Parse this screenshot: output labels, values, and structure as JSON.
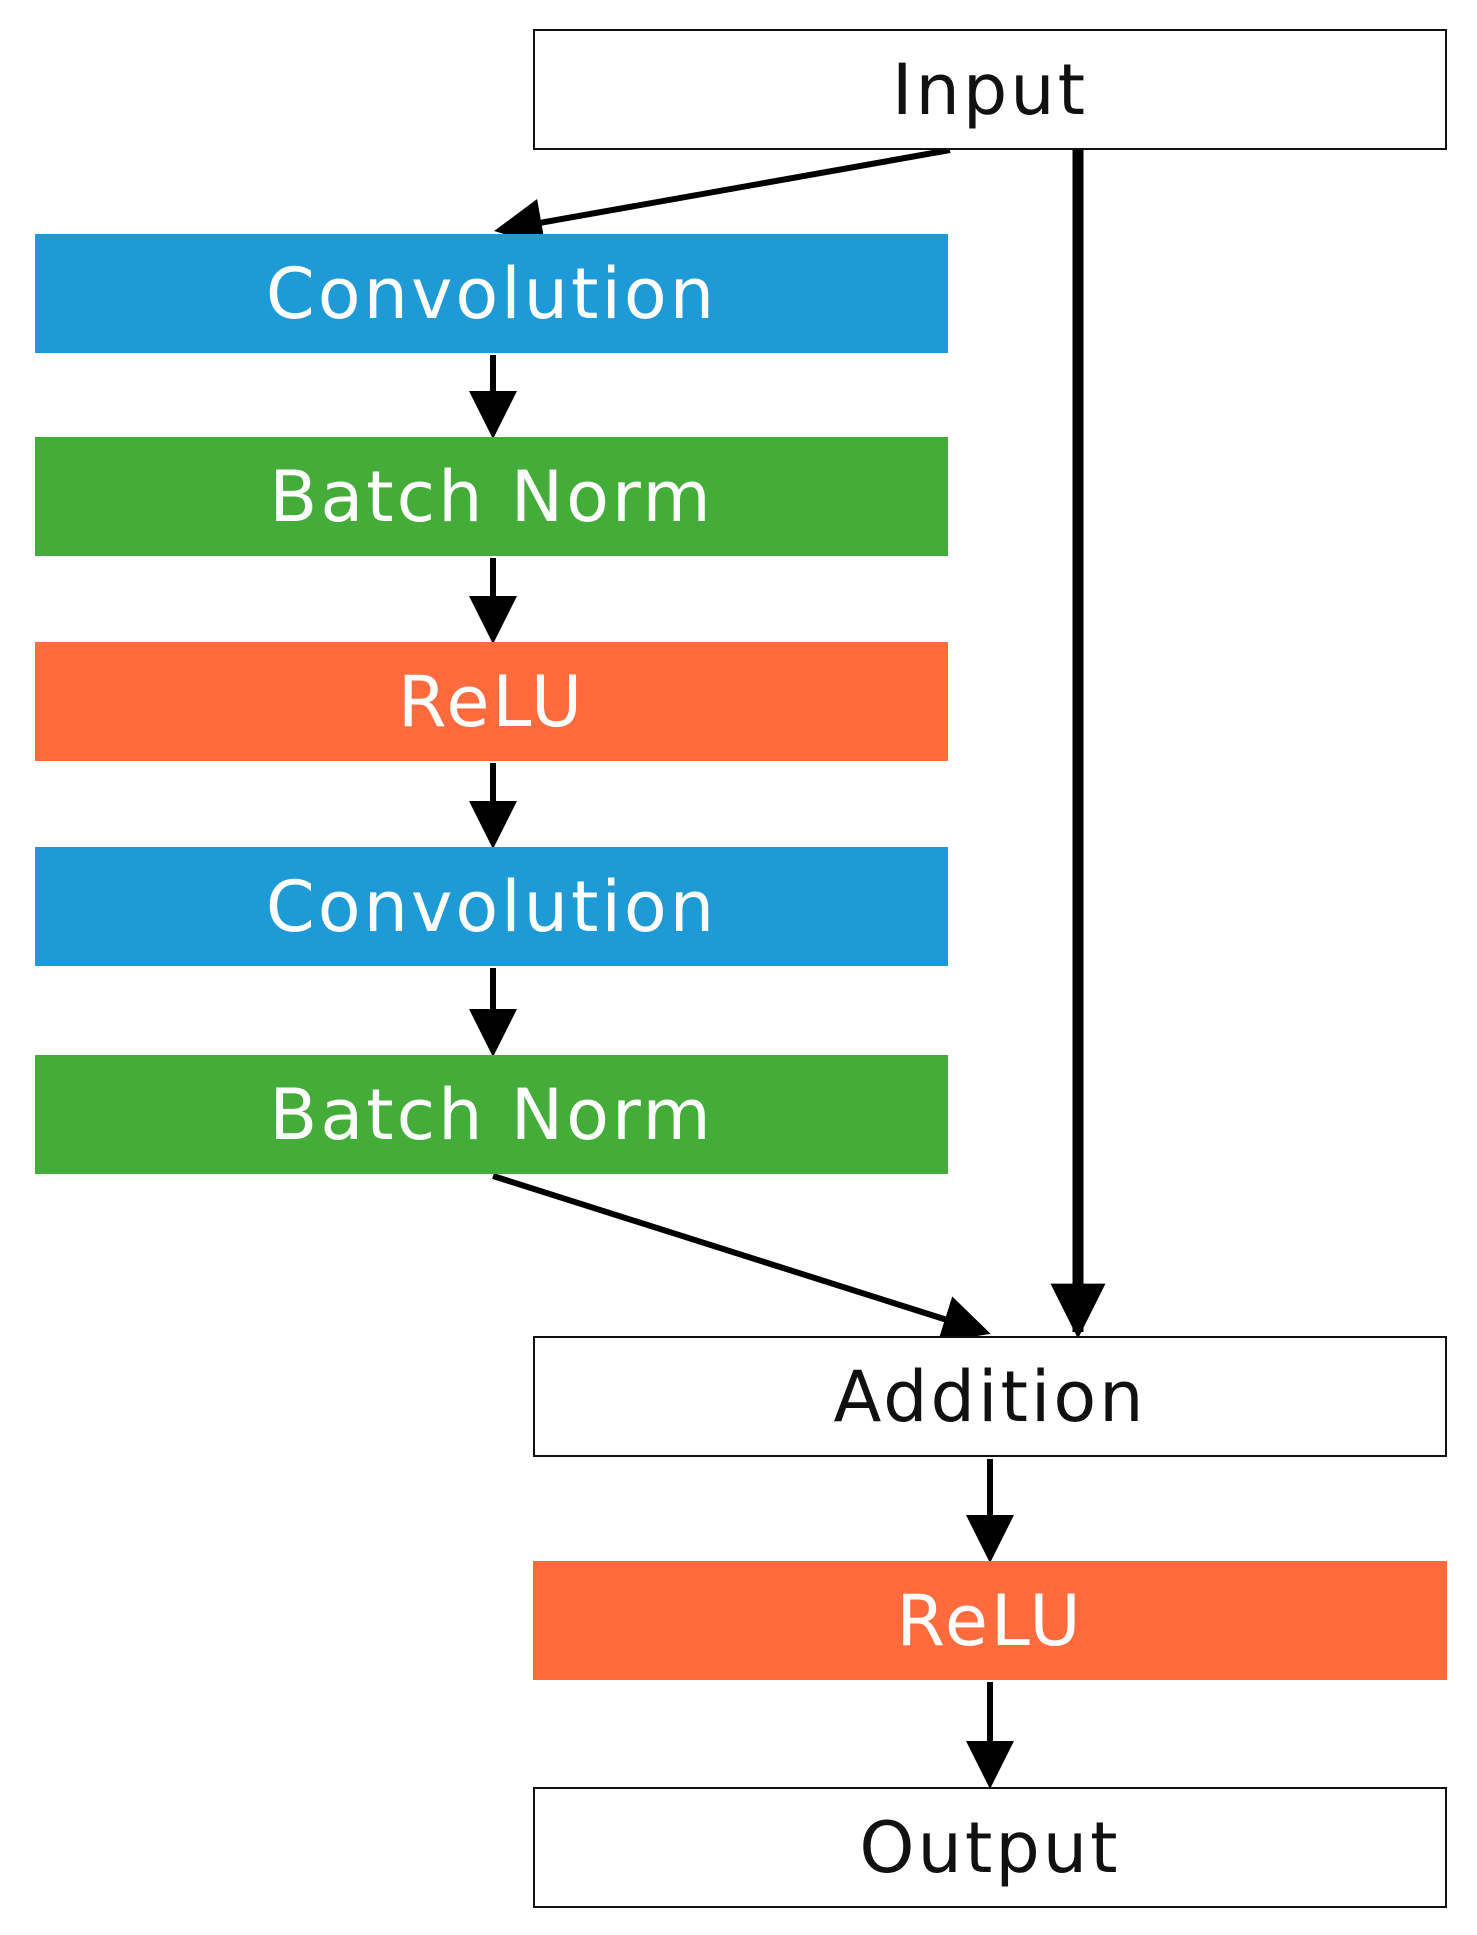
{
  "diagram": {
    "nodes": {
      "input": "Input",
      "conv1": "Convolution",
      "bn1": "Batch Norm",
      "relu1": "ReLU",
      "conv2": "Convolution",
      "bn2": "Batch Norm",
      "addition": "Addition",
      "relu2": "ReLU",
      "output": "Output"
    },
    "edges": [
      {
        "from": "input",
        "to": "conv1"
      },
      {
        "from": "conv1",
        "to": "bn1"
      },
      {
        "from": "bn1",
        "to": "relu1"
      },
      {
        "from": "relu1",
        "to": "conv2"
      },
      {
        "from": "conv2",
        "to": "bn2"
      },
      {
        "from": "bn2",
        "to": "addition"
      },
      {
        "from": "input",
        "to": "addition"
      },
      {
        "from": "addition",
        "to": "relu2"
      },
      {
        "from": "relu2",
        "to": "output"
      }
    ],
    "colors": {
      "convolution": "#1e9bd7",
      "batch_norm": "#44ad3a",
      "relu": "#ff6b3d",
      "outline": "#111111",
      "arrow": "#000000"
    }
  }
}
